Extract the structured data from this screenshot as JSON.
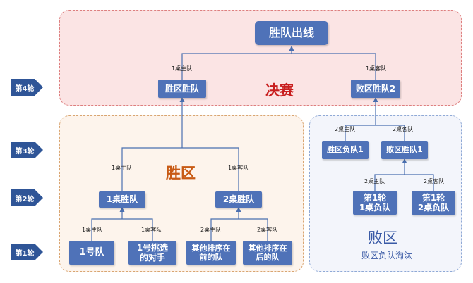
{
  "rounds": [
    "第4轮",
    "第3轮",
    "第2轮",
    "第1轮"
  ],
  "regions": {
    "final": "决赛",
    "winners": "胜区",
    "losers": "败区",
    "losers_sub": "败区负队淘汰"
  },
  "boxes": {
    "champion": "胜队出线",
    "winners_champion": "胜区胜队",
    "losers_champion": "败区胜队2",
    "winners_loser": "胜区负队1",
    "losers_winner": "败区胜队1",
    "r1_table1_loser_line1": "第1轮",
    "r1_table1_loser_line2": "1桌负队",
    "r1_table2_loser_line1": "第1轮",
    "r1_table2_loser_line2": "2桌负队",
    "table1_winner": "1桌胜队",
    "table2_winner": "2桌胜队",
    "team1": "1号队",
    "team1_pick_line1": "1号挑选",
    "team1_pick_line2": "的对手",
    "other_front_line1": "其他排序在",
    "other_front_line2": "前的队",
    "other_back_line1": "其他排序在",
    "other_back_line2": "后的队"
  },
  "labels": {
    "final_home": "1桌主队",
    "final_away": "1桌客队",
    "win_r3_home": "1桌主队",
    "win_r3_away": "1桌客队",
    "lose_r3_home": "2桌主队",
    "lose_r3_away": "2桌客队",
    "lose_r2_home": "2桌主队",
    "lose_r2_away": "2桌客队",
    "t1_home": "1桌主队",
    "t1_away": "1桌客队",
    "t2_home": "2桌主队",
    "t2_away": "2桌客队"
  },
  "colors": {
    "box": "#4f72b8",
    "arrow": "#2f5597",
    "line": "#4a6fb0",
    "final_bg": "#fbe4e4",
    "winners_bg": "#fdf4ec",
    "losers_bg": "#f3f5fb"
  }
}
